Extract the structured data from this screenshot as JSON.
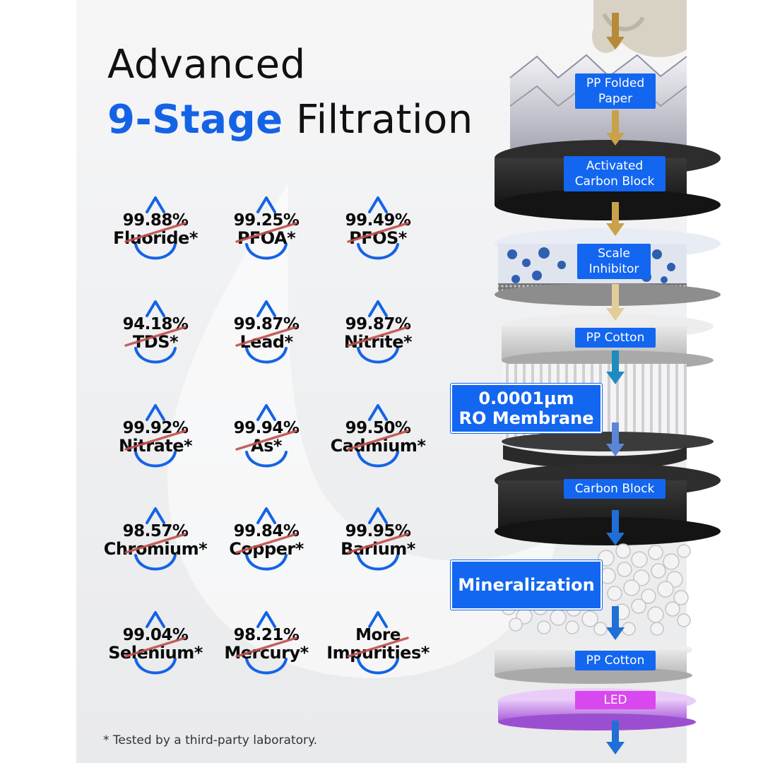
{
  "title": {
    "line1": "Advanced",
    "line2_highlight": "9-Stage",
    "line2_rest": " Filtration"
  },
  "contaminants": [
    {
      "percent": "99.88%",
      "name": "Fluoride*"
    },
    {
      "percent": "99.25%",
      "name": "PFOA*"
    },
    {
      "percent": "99.49%",
      "name": "PFOS*"
    },
    {
      "percent": "94.18%",
      "name": "TDS*"
    },
    {
      "percent": "99.87%",
      "name": "Lead*"
    },
    {
      "percent": "99.87%",
      "name": "Nitrite*"
    },
    {
      "percent": "99.92%",
      "name": "Nitrate*"
    },
    {
      "percent": "99.94%",
      "name": "As*"
    },
    {
      "percent": "99.50%",
      "name": "Cadmium*"
    },
    {
      "percent": "98.57%",
      "name": "Chromium*"
    },
    {
      "percent": "99.84%",
      "name": "Copper*"
    },
    {
      "percent": "99.95%",
      "name": "Barium*"
    },
    {
      "percent": "99.04%",
      "name": "Selenium*"
    },
    {
      "percent": "98.21%",
      "name": "Mercury*"
    },
    {
      "percent": "More",
      "name": "Impurities*"
    }
  ],
  "stages": [
    {
      "line1": "PP Folded",
      "line2": "Paper"
    },
    {
      "line1": "Activated",
      "line2": "Carbon Block"
    },
    {
      "line1": "Scale",
      "line2": "Inhibitor"
    },
    {
      "line1": "PP Cotton",
      "line2": ""
    },
    {
      "line1": "0.0001μm",
      "line2": "RO Membrane"
    },
    {
      "line1": "Carbon Block",
      "line2": ""
    },
    {
      "line1": "Mineralization",
      "line2": ""
    },
    {
      "line1": "PP Cotton",
      "line2": ""
    },
    {
      "line1": "LED",
      "line2": ""
    }
  ],
  "footnote": "* Tested by a third-party laboratory.",
  "colors": {
    "accent_blue": "#1463e6",
    "label_blue": "#1366f0",
    "led_purple": "#d948ee",
    "strike_red": "#c0504d",
    "arrow_gold": "#c9a14a",
    "arrow_blue": "#1f6fd6"
  }
}
